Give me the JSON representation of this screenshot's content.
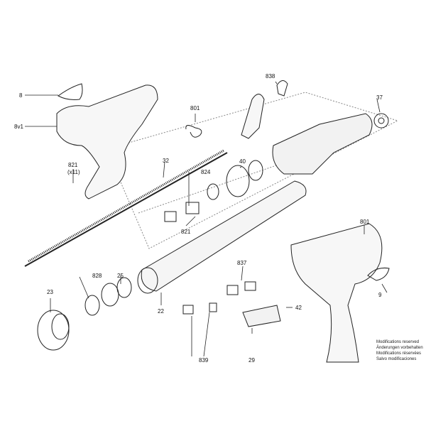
{
  "labels": {
    "p8": "8",
    "p8v1": "8v1",
    "p801a": "801",
    "p821a": "821",
    "p821x": "(x11)",
    "p32": "32",
    "p838": "838",
    "p37": "37",
    "p824": "824",
    "p40": "40",
    "p821b": "821",
    "p801b": "801",
    "p9": "9",
    "p828": "828",
    "p25": "25",
    "p23": "23",
    "p22": "22",
    "p837": "837",
    "p42": "42",
    "p839": "839",
    "p29": "29"
  },
  "notes": [
    "Modifications reserved",
    "Änderungen vorbehalten",
    "Modifications réservées",
    "Salvo modificaciones"
  ]
}
